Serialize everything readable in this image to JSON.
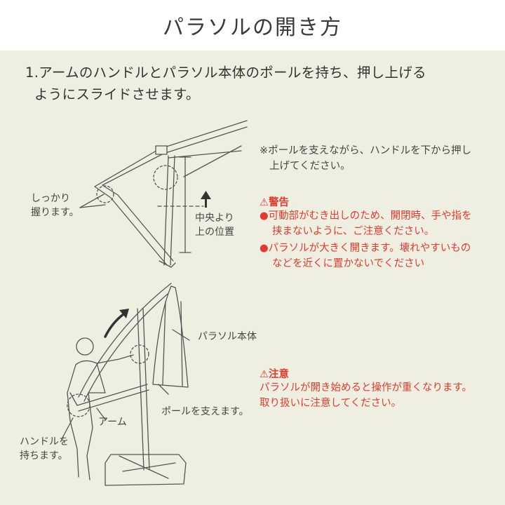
{
  "header": {
    "title": "パラソルの開き方"
  },
  "step": {
    "line1": "1.アームのハンドルとパラソル本体のポールを持ち、押し上げる",
    "line2": "ようにスライドさせます。"
  },
  "note": {
    "line1": "※ポールを支えながら、ハンドルを下から押し",
    "line2": "上げてください。"
  },
  "warning": {
    "title": "⚠警告",
    "item1_line1": "●可動部がむき出しのため、開閉時、手や指を",
    "item1_line2": "挟まないように、ご注意ください。",
    "item2_line1": "●パラソルが大きく開きます。壊れやすいもの",
    "item2_line2": "などを近くに置かないでください"
  },
  "caution": {
    "title": "⚠注意",
    "line1": "パラソルが開き始めると操作が重くなります。",
    "line2": "取り扱いに注意してください。"
  },
  "labels": {
    "grip_line1": "しっかり",
    "grip_line2": "握ります。",
    "center_line1": "中央より",
    "center_line2": "上の位置",
    "parasol_body": "パラソル本体",
    "support_pole": "ポールを支えます。",
    "arm": "アーム",
    "handle_line1": "ハンドルを",
    "handle_line2": "持ちます。"
  },
  "colors": {
    "header_bg": "#ffffff",
    "content_bg": "#efefe1",
    "warning": "#e33a2e",
    "text": "#333333"
  },
  "icons": [
    "warning-triangle-icon",
    "up-arrow-icon",
    "curved-arrow-icon"
  ]
}
